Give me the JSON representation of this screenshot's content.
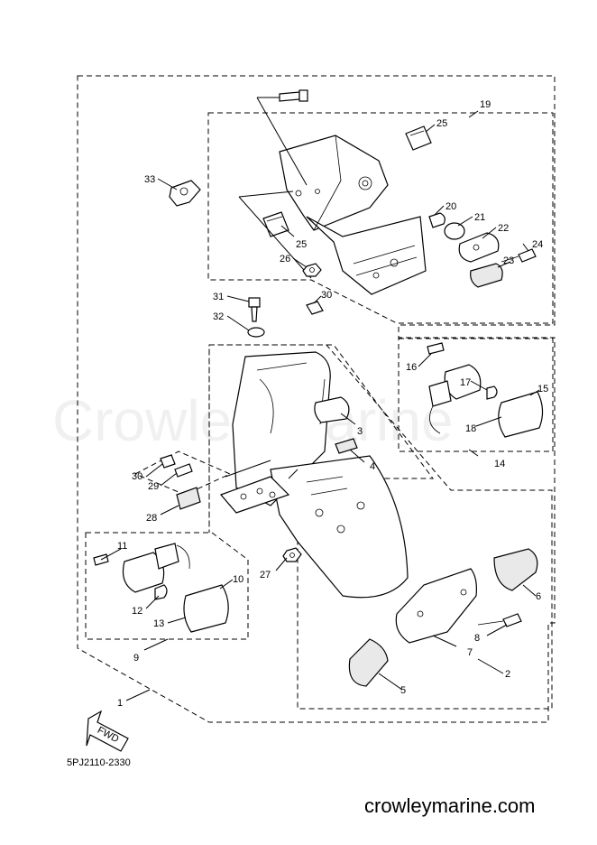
{
  "diagram": {
    "callouts": {
      "c1": "1",
      "c2": "2",
      "c3": "3",
      "c4": "4",
      "c5": "5",
      "c6": "6",
      "c7": "7",
      "c8": "8",
      "c9": "9",
      "c10": "10",
      "c11": "11",
      "c12": "12",
      "c13": "13",
      "c14": "14",
      "c15": "15",
      "c16": "16",
      "c17": "17",
      "c18": "18",
      "c19": "19",
      "c20": "20",
      "c21": "21",
      "c22": "22",
      "c23": "23",
      "c24": "24",
      "c25a": "25",
      "c25b": "25",
      "c26": "26",
      "c27": "27",
      "c28": "28",
      "c29": "29",
      "c30a": "30",
      "c30b": "30",
      "c31": "31",
      "c32": "32",
      "c33": "33"
    },
    "fwd_label": "FWD",
    "part_code": "5PJ2110-2330",
    "watermark": "Crowley Marine",
    "website": "crowleymarine.com"
  }
}
